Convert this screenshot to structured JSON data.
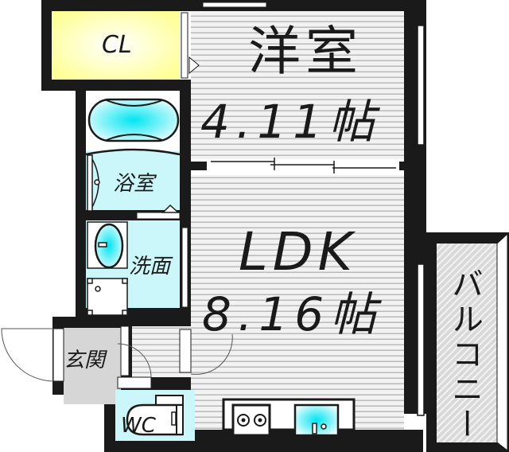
{
  "floor_plan": {
    "rooms": [
      {
        "id": "closet",
        "label": "CL",
        "color": "#ffffa0"
      },
      {
        "id": "western-room",
        "label": "洋室",
        "size": "4.11帖",
        "color": "#eeeeee"
      },
      {
        "id": "bathroom",
        "label": "浴室",
        "color": "#cbf7fb"
      },
      {
        "id": "washroom",
        "label": "洗面",
        "color": "#cbf7fb"
      },
      {
        "id": "ldk",
        "label": "LDK",
        "size": "8.16帖",
        "color": "#eeeeee"
      },
      {
        "id": "entrance",
        "label": "玄関",
        "color": "#d6d6d6"
      },
      {
        "id": "toilet",
        "label": "WC",
        "color": "#cbf7fb"
      },
      {
        "id": "balcony",
        "label": "バルコニー",
        "color": "#d9d9d9"
      }
    ],
    "fixtures": [
      "bathtub-icon",
      "washbasin-icon",
      "washing-machine-pan-icon",
      "toilet-icon",
      "gas-stove-icon",
      "kitchen-sink-icon"
    ],
    "colors": {
      "wall": "#1a1a1a",
      "floor_line": "#bdbdbd",
      "water_accent": "#00e5f0"
    }
  }
}
